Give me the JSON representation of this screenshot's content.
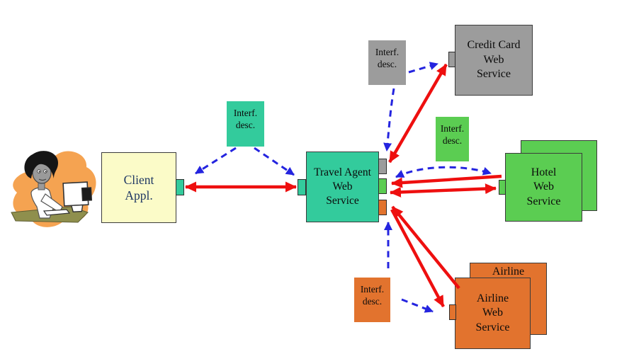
{
  "diagram": {
    "description": "Travel agent web services architecture diagram"
  },
  "colors": {
    "teal": "#33CB9C",
    "yellow": "#FBFBC8",
    "gray": "#9C9C9C",
    "green": "#5BCD52",
    "orange": "#E2732E",
    "red_arrow": "#EE0F0F",
    "blue_arrow": "#2424DF",
    "client_text_navy": "#1F3864"
  },
  "nodes": {
    "client": {
      "lines": [
        "Client",
        "Appl."
      ]
    },
    "travel_agent": {
      "lines": [
        "Travel Agent",
        "Web",
        "Service"
      ]
    },
    "credit_card": {
      "lines": [
        "Credit Card",
        "Web",
        "Service"
      ]
    },
    "hotel": {
      "lines": [
        "Hotel",
        "Web",
        "Service"
      ]
    },
    "airline": {
      "lines": [
        "Airline",
        "Web",
        "Service"
      ]
    },
    "airline_back": {
      "first_line": "Airline"
    }
  },
  "interface_boxes": [
    {
      "id": "client-travel",
      "line1": "Interf.",
      "line2": "desc.",
      "color": "#33CB9C"
    },
    {
      "id": "credit-card",
      "line1": "Interf.",
      "line2": "desc.",
      "color": "#9C9C9C"
    },
    {
      "id": "hotel",
      "line1": "Interf.",
      "line2": "desc.",
      "color": "#5BCD52"
    },
    {
      "id": "airline",
      "line1": "Interf.",
      "line2": "desc.",
      "color": "#E2732E"
    }
  ]
}
